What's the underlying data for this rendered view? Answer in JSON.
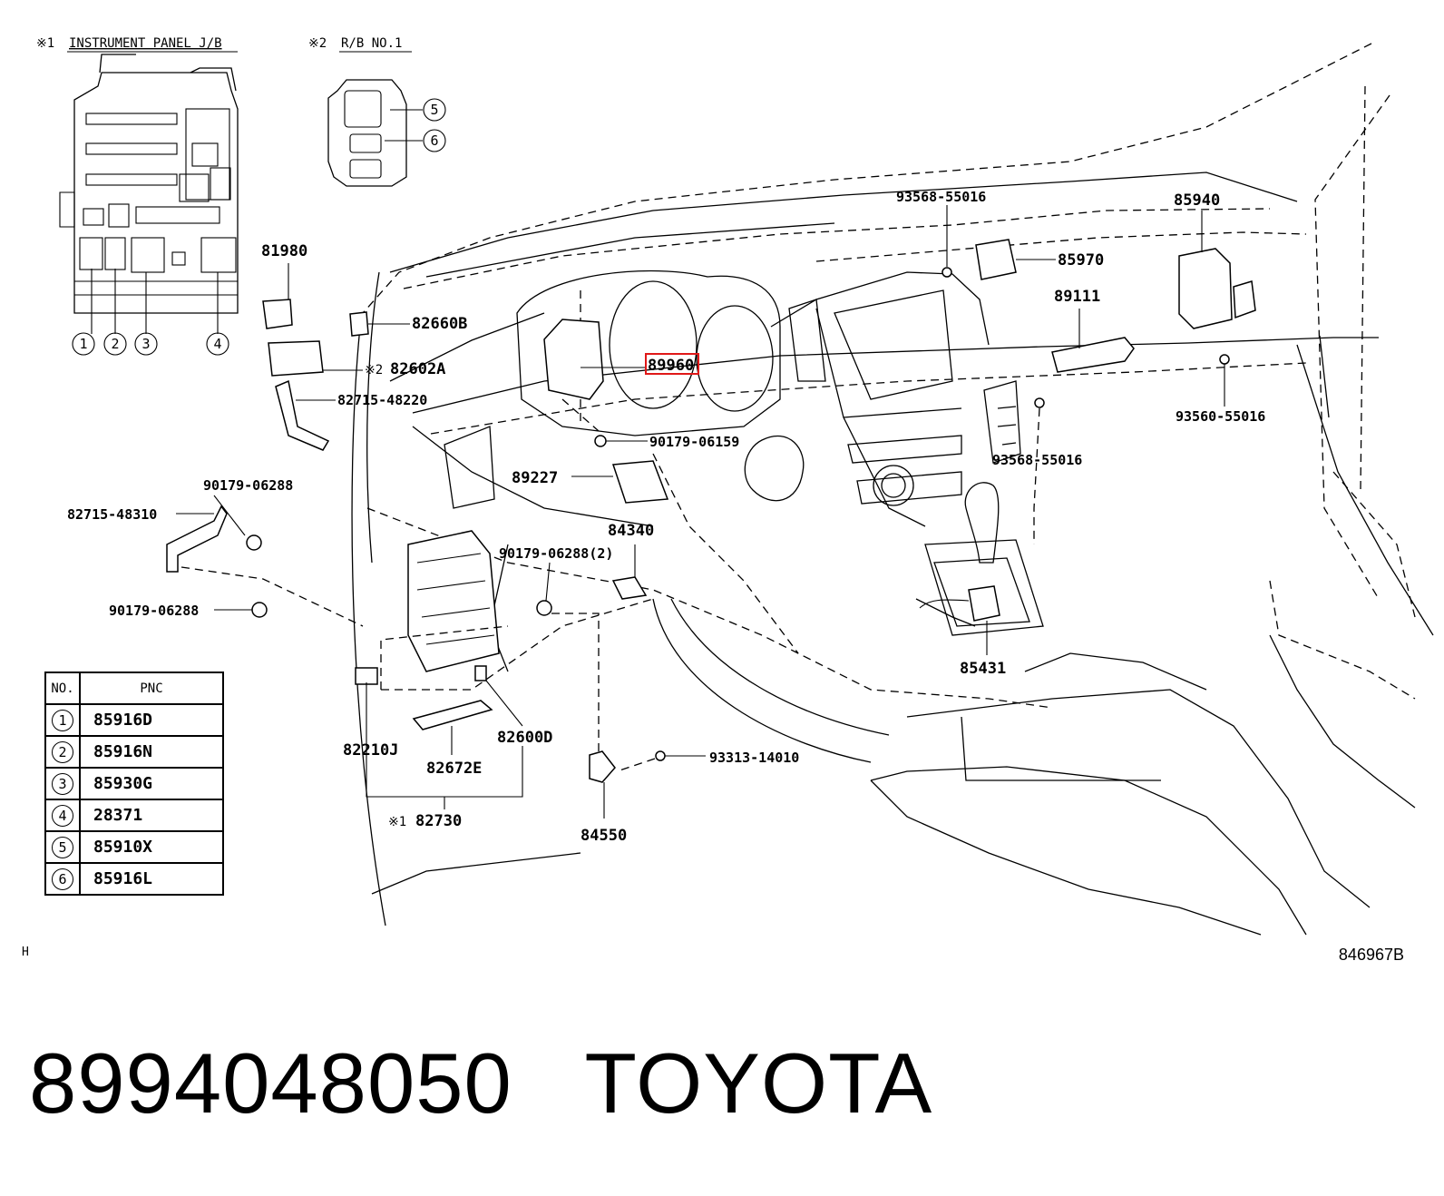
{
  "headers": {
    "jb": {
      "mark": "※1",
      "title": "INSTRUMENT PANEL J/B"
    },
    "rb": {
      "mark": "※2",
      "title": "R/B NO.1"
    }
  },
  "callouts": {
    "jb": [
      "1",
      "2",
      "3",
      "4"
    ],
    "rb": [
      "5",
      "6"
    ]
  },
  "labels": {
    "p81980": "81980",
    "p82660B": "82660B",
    "p82602A_mark": "※2",
    "p82602A": "82602A",
    "p82715_48220": "82715-48220",
    "p89960": "89960",
    "p90179_06159": "90179-06159",
    "p89227": "89227",
    "p90179_06288_a": "90179-06288",
    "p82715_48310": "82715-48310",
    "p90179_06288_b": "90179-06288",
    "p84340": "84340",
    "p90179_06288_2": "90179-06288(2)",
    "p93568_55016_a": "93568-55016",
    "p85970": "85970",
    "p85940": "85940",
    "p89111": "89111",
    "p93560_55016": "93560-55016",
    "p93568_55016_b": "93568-55016",
    "p85431": "85431",
    "p82210J": "82210J",
    "p82600D": "82600D",
    "p82672E": "82672E",
    "p82730_mark": "※1",
    "p82730": "82730",
    "p93313_14010": "93313-14010",
    "p84550": "84550"
  },
  "highlight": {
    "color": "#e01818"
  },
  "table": {
    "headers": [
      "NO.",
      "PNC"
    ],
    "rows": [
      {
        "no": "1",
        "pnc": "85916D"
      },
      {
        "no": "2",
        "pnc": "85916N"
      },
      {
        "no": "3",
        "pnc": "85930G"
      },
      {
        "no": "4",
        "pnc": "28371"
      },
      {
        "no": "5",
        "pnc": "85910X"
      },
      {
        "no": "6",
        "pnc": "85916L"
      }
    ]
  },
  "footer": {
    "left_code": "H",
    "right_code": "846967B"
  },
  "caption": {
    "part_number": "8994048050",
    "brand": "TOYOTA"
  }
}
